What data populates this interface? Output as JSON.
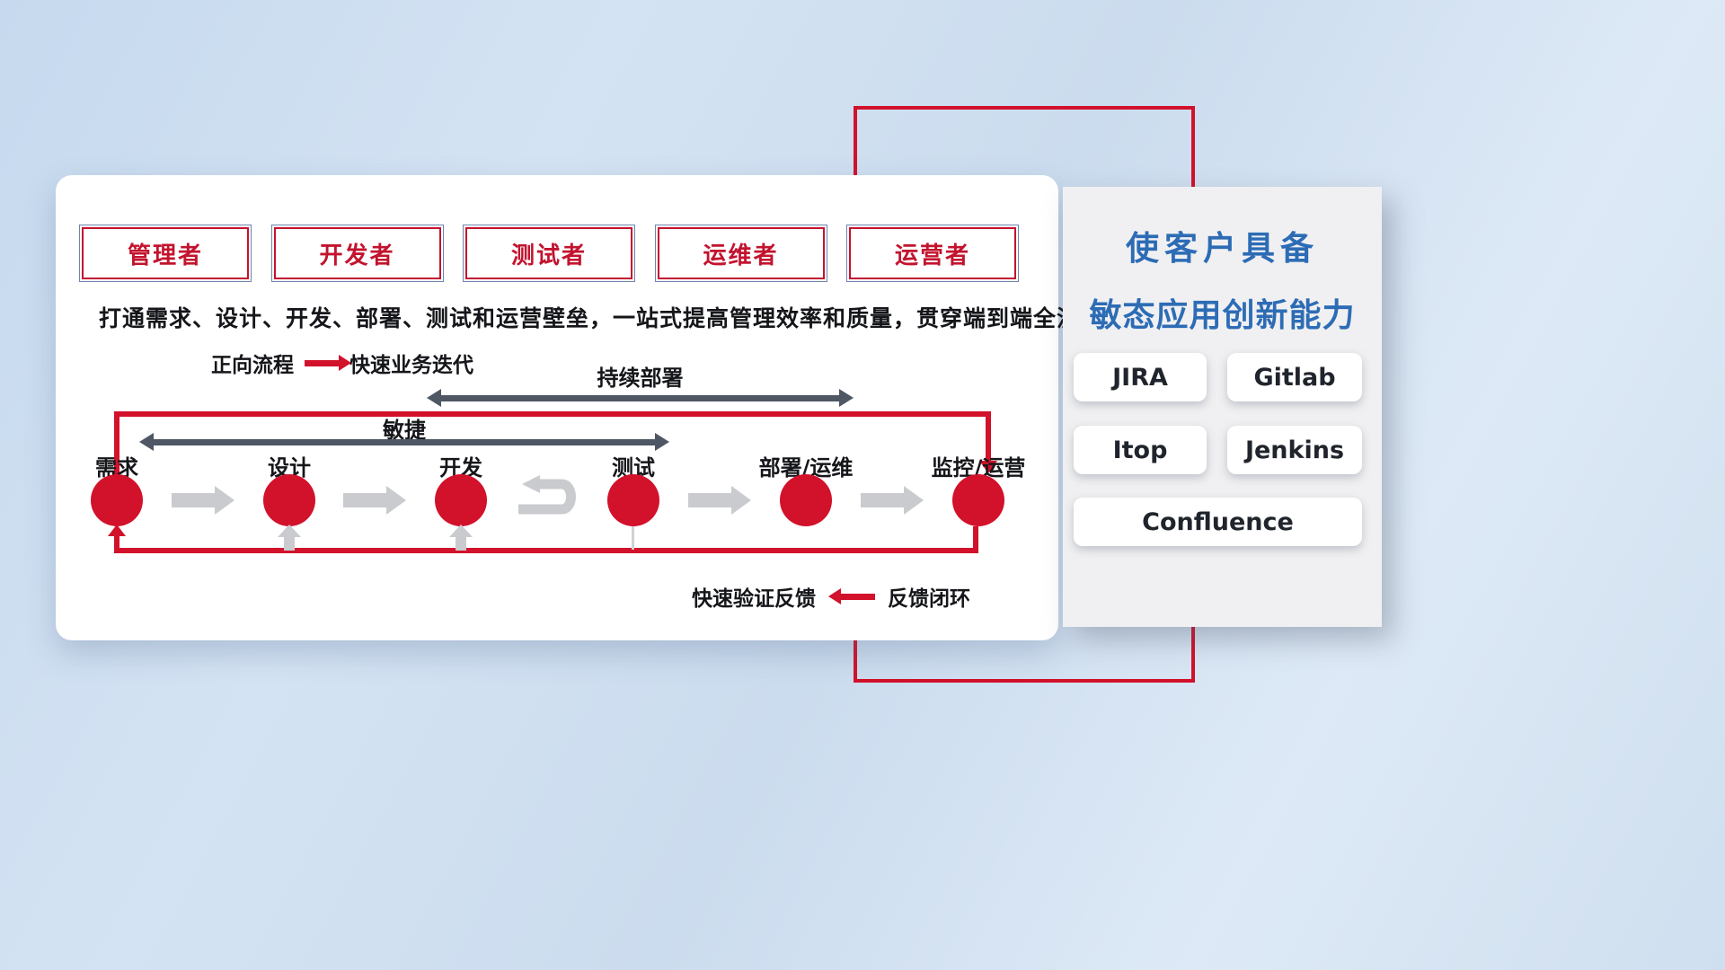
{
  "slide": {
    "roles": [
      {
        "label": "管理者"
      },
      {
        "label": "开发者"
      },
      {
        "label": "测试者"
      },
      {
        "label": "运维者"
      },
      {
        "label": "运营者"
      }
    ],
    "description": "打通需求、设计、开发、部署、测试和运营壁垒，一站式提高管理效率和质量，贯穿端到端全流程",
    "legend_forward": {
      "label": "正向流程",
      "value": "快速业务迭代"
    },
    "legend_feedback": {
      "label": "快速验证反馈",
      "value": "反馈闭环"
    },
    "span_arrows": {
      "continuous_deploy": "持续部署",
      "agile": "敏捷"
    },
    "stages": [
      {
        "label": "需求"
      },
      {
        "label": "设计"
      },
      {
        "label": "开发"
      },
      {
        "label": "测试"
      },
      {
        "label": "部署/运维"
      },
      {
        "label": "监控/运营"
      }
    ],
    "right_panel": {
      "title_line1": "使客户具备",
      "title_line2": "敏态应用创新能力",
      "tools": [
        "JIRA",
        "Gitlab",
        "Itop",
        "Jenkins",
        "Confluence"
      ]
    },
    "colors": {
      "accent_red": "#d2112b",
      "title_blue": "#2d6cb5",
      "dark_arrow": "#4e5763",
      "light_arrow": "#c9cbcf"
    }
  }
}
